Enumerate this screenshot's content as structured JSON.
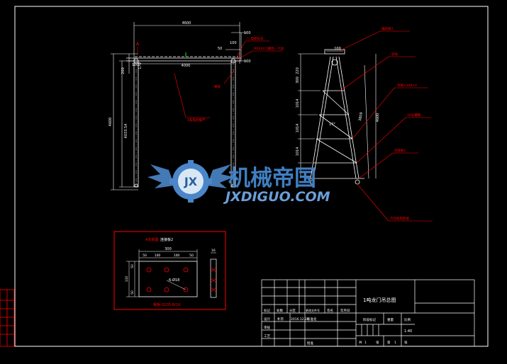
{
  "colors": {
    "background": "#000000",
    "frame": "#ffffff",
    "dimension": "#ffffff",
    "leader": "#ff0000",
    "structure": "#ffffff",
    "accent_green": "#00ff00",
    "watermark_blue": "#4a86c8"
  },
  "front_view": {
    "top_overall_dim": "4600",
    "beam_dim": "4000",
    "dim_100_top": "100",
    "dim_100_mid": "100",
    "dim_50": "50",
    "dim_100_right": "100",
    "dim_200": "200",
    "dim_100_left": "100",
    "dim_170": "170",
    "height_overall": "4600",
    "height_inner": "4033.54",
    "label_a": "A",
    "leader_note_1": "□ 电距标志",
    "leader_note_2": "M16X2.5螺栓—气段",
    "leader_note_3": "横梁",
    "leader_note_4": "1吨电动葡芦"
  },
  "side_view": {
    "dim_100": "100",
    "dim_220": "220",
    "dim_300": "300",
    "dim_1014_a": "1014",
    "dim_1014_b": "1014",
    "dim_1014_c": "1014",
    "dim_3809": "3809",
    "height": "4600",
    "angle": "17°",
    "note_1": "轴段板2",
    "note_2": "支柱",
    "note_3": "弯钢×100×4",
    "note_4": "10号槽钢",
    "note_5": "连接板1",
    "note_6": "万向轮和焦接"
  },
  "detail_view": {
    "title_prefix": "A向视图",
    "title": "连接板2",
    "dim_300": "300",
    "dim_16": "16",
    "dim_50_a": "50",
    "dim_100_a": "100",
    "dim_100_b": "100",
    "dim_50_b": "50",
    "dim_50_c": "50",
    "dim_110": "110",
    "dim_50_d": "50",
    "hole_note": "6-Ø18",
    "footer": "钢板-Q235-B/16"
  },
  "title_block": {
    "drawing_name": "1吨龙门吊总图",
    "header_cells": [
      "标记",
      "处数",
      "分区",
      "更改文件号",
      "签名",
      "年月日"
    ],
    "row_design": [
      "设计",
      "朴宗",
      "2016.12.28",
      "标准化"
    ],
    "row_check": "审核",
    "row_process": "工艺",
    "row_approve": "批准",
    "stage_label": "阶段标记",
    "weight_label": "重量",
    "scale_label": "比例",
    "scale_value": "1:40",
    "total_label": "共",
    "total_value": "1",
    "sheet_label": "张",
    "page_label": "第",
    "page_value": "1",
    "page_unit": "张"
  },
  "watermark": {
    "logo_letters": "JX",
    "brand_cn": "机械帝国",
    "brand_url": "JXDIGUO.COM"
  }
}
